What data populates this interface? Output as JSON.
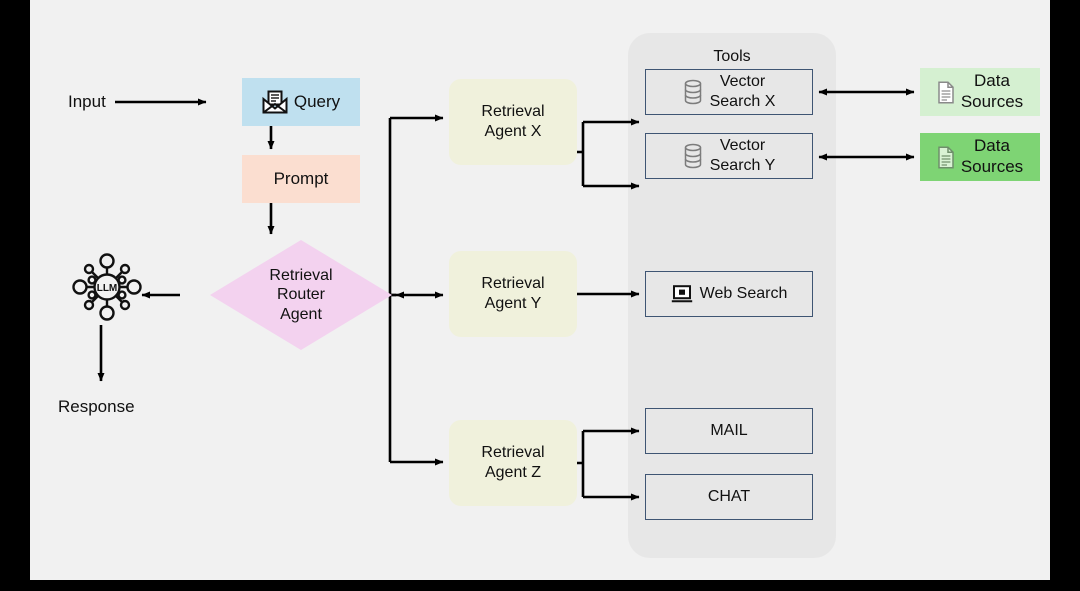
{
  "canvas": {
    "background": "#f1f1f1",
    "frame": "#000000"
  },
  "flow": {
    "input_label": "Input",
    "response_label": "Response"
  },
  "nodes": {
    "query": {
      "label": "Query",
      "icon": "envelope-document-icon",
      "color": "#bfe0ef"
    },
    "prompt": {
      "label": "Prompt",
      "color": "#fbded0"
    },
    "router": {
      "label": "Retrieval\nRouter\nAgent",
      "line1": "Retrieval",
      "line2": "Router",
      "line3": "Agent",
      "color": "#f3d2ef"
    },
    "llm": {
      "label": "LLM",
      "icon": "llm-network-icon"
    }
  },
  "agents": [
    {
      "id": "agent-x",
      "line1": "Retrieval",
      "line2": "Agent X",
      "color": "#f0f1dc"
    },
    {
      "id": "agent-y",
      "line1": "Retrieval",
      "line2": "Agent Y",
      "color": "#f0f1dc"
    },
    {
      "id": "agent-z",
      "line1": "Retrieval",
      "line2": "Agent Z",
      "color": "#f0f1dc"
    }
  ],
  "tools": {
    "title": "Tools",
    "container_color": "#e7e7e7",
    "border_color": "#3f5573",
    "items": [
      {
        "id": "vector-x",
        "line1": "Vector",
        "line2": "Search X",
        "icon": "database-icon"
      },
      {
        "id": "vector-y",
        "line1": "Vector",
        "line2": "Search Y",
        "icon": "database-icon"
      },
      {
        "id": "web-search",
        "line1": "Web Search",
        "line2": "",
        "icon": "monitor-icon"
      },
      {
        "id": "mail",
        "line1": "MAIL",
        "line2": "",
        "icon": ""
      },
      {
        "id": "chat",
        "line1": "CHAT",
        "line2": "",
        "icon": ""
      }
    ]
  },
  "data_sources": [
    {
      "id": "ds-1",
      "line1": "Data",
      "line2": "Sources",
      "icon": "document-icon",
      "color": "#d5f0d1"
    },
    {
      "id": "ds-2",
      "line1": "Data",
      "line2": "Sources",
      "icon": "document-icon",
      "color": "#7ed474"
    }
  ]
}
